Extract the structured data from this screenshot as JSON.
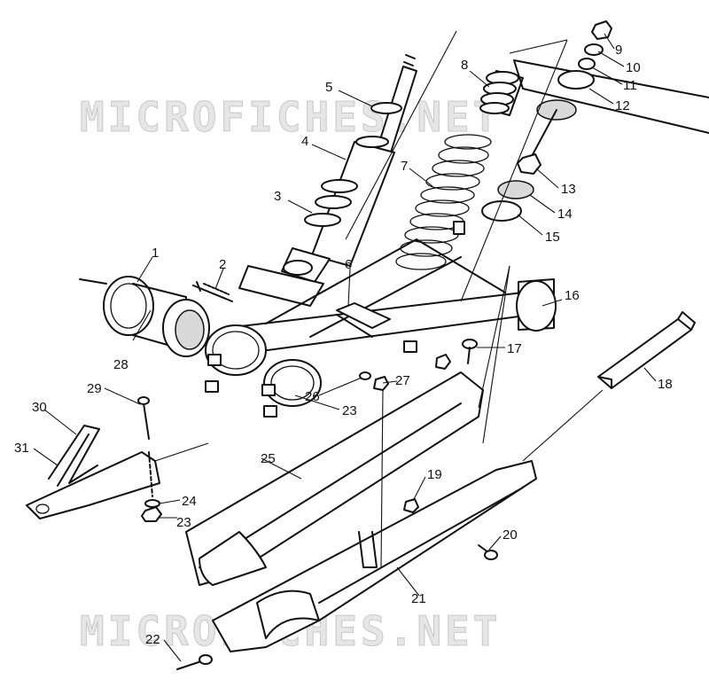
{
  "watermark": {
    "top": "MICROFICHES.NET",
    "bottom": "MICROFICHES.NET"
  },
  "callouts": [
    "1",
    "2",
    "3",
    "4",
    "5",
    "6",
    "7",
    "8",
    "9",
    "10",
    "11",
    "12",
    "13",
    "14",
    "15",
    "16",
    "17",
    "18",
    "19",
    "20",
    "21",
    "22",
    "23",
    "23",
    "24",
    "25",
    "26",
    "27",
    "28",
    "29",
    "30",
    "31"
  ]
}
